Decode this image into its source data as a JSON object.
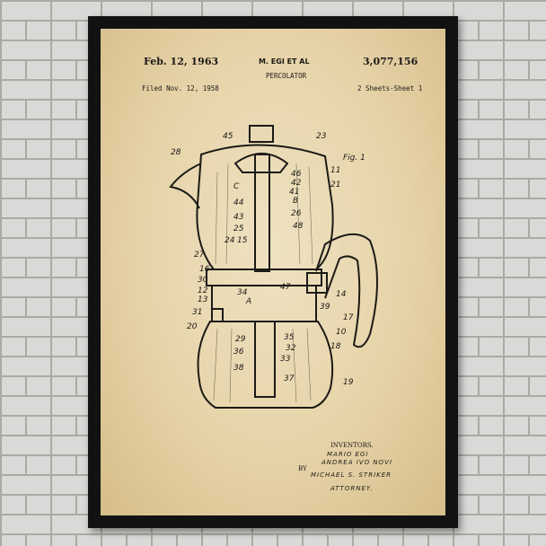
{
  "patent": {
    "date": "Feb. 12, 1963",
    "inventor_header": "M. EGI ET AL",
    "number": "3,077,156",
    "title": "PERCOLATOR",
    "filed": "Filed Nov. 12, 1958",
    "sheets": "2 Sheets-Sheet 1",
    "figure_label": "Fig. 1"
  },
  "signature_block": {
    "inventors_label": "INVENTORS.",
    "inventor_1": "MARIO EGI",
    "inventor_2": "ANDREA IVO NOVI",
    "by": "BY",
    "attorney_name": "MICHAEL S. STRIKER",
    "attorney_label": "ATTORNEY."
  },
  "reference_numerals": [
    "45",
    "23",
    "28",
    "46",
    "42",
    "C",
    "41",
    "B",
    "26",
    "48",
    "11",
    "21",
    "44",
    "43",
    "25",
    "24",
    "15",
    "27",
    "16",
    "30",
    "12",
    "13",
    "31",
    "20",
    "34",
    "47",
    "A",
    "14",
    "17",
    "39",
    "10",
    "18",
    "29",
    "36",
    "38",
    "35",
    "32",
    "33",
    "37",
    "19"
  ],
  "colors": {
    "frame": "#121212",
    "paper": "#e9d8b0",
    "ink": "#1c1a16",
    "wall": "#d9d9d7"
  }
}
